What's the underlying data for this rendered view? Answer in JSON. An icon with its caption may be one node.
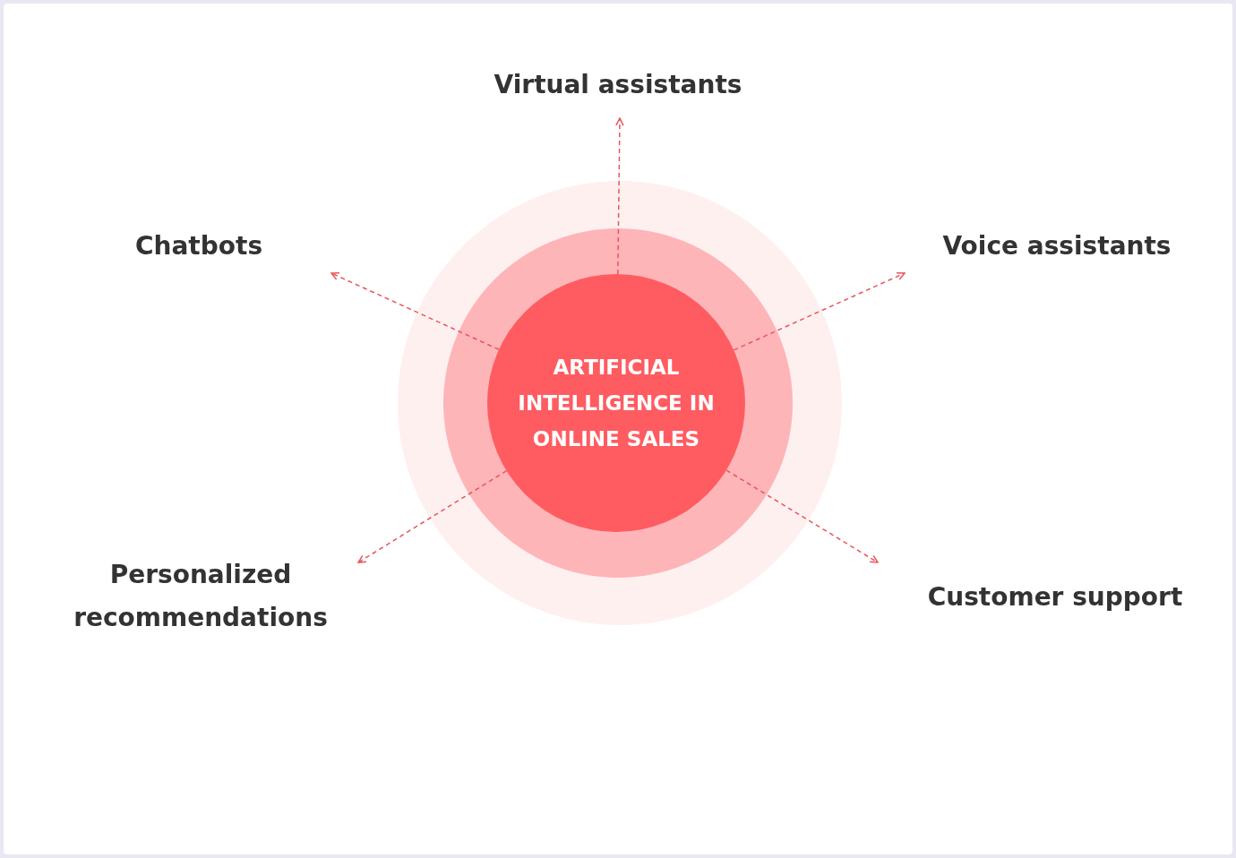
{
  "diagram": {
    "nodes": [
      {
        "text": [
          "ARTIFICIAL INTELLIGENCE IN ONLINE SALES"
        ]
      },
      {
        "text": [
          "Virtual assistants"
        ]
      },
      {
        "text": [
          "Chatbots"
        ]
      },
      {
        "text": [
          "Voice assistants"
        ]
      },
      {
        "text": [
          "Personalized recommendations"
        ]
      },
      {
        "text": [
          "Customer support"
        ]
      }
    ],
    "edges": [
      {
        "from": 0,
        "to": 1,
        "arrow": "to",
        "style": "dashed"
      },
      {
        "from": 0,
        "to": 2,
        "arrow": "to",
        "style": "dashed"
      },
      {
        "from": 0,
        "to": 3,
        "arrow": "to",
        "style": "dashed"
      },
      {
        "from": 0,
        "to": 4,
        "arrow": "to",
        "style": "dashed"
      },
      {
        "from": 0,
        "to": 5,
        "arrow": "to",
        "style": "dashed"
      }
    ]
  }
}
